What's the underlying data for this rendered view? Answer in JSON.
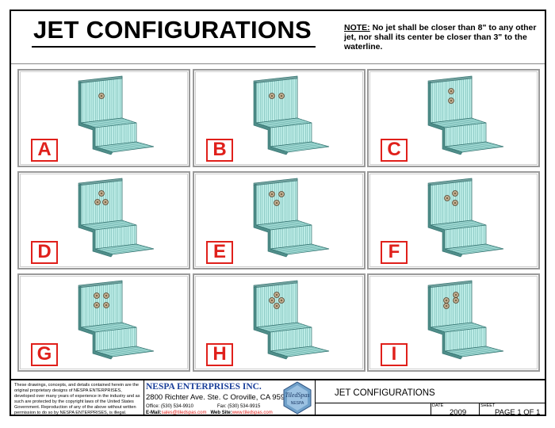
{
  "header": {
    "title": "JET CONFIGURATIONS",
    "note_label": "NOTE:",
    "note_text": " No jet shall be closer than 8\" to any other jet, nor shall its center be closer than 3\" to the waterline."
  },
  "panels": [
    {
      "letter": "A",
      "jets": 1
    },
    {
      "letter": "B",
      "jets": 2
    },
    {
      "letter": "C",
      "jets": 2
    },
    {
      "letter": "D",
      "jets": 3
    },
    {
      "letter": "E",
      "jets": 3
    },
    {
      "letter": "F",
      "jets": 3
    },
    {
      "letter": "G",
      "jets": 4
    },
    {
      "letter": "H",
      "jets": 4
    },
    {
      "letter": "I",
      "jets": 4
    }
  ],
  "title_block": {
    "copyright": "These drawings, concepts, and details contained herein are the original proprietary designs of NESPA ENTERPRISES, developed over many years of experience in the industry and as such are protected by the copyright laws of the United States Government. Reproduction of any of the above without written permission to do so by NESPA ENTERPRISES, is illegal.",
    "company": "NESPA ENTERPRISES INC.",
    "address": "2800 Richter Ave. Ste. C Oroville, CA 95966",
    "office": "Office: (530) 534-9910",
    "fax": "Fax: (530) 534-9915",
    "email_label": "E-Mail:",
    "email": "sales@tiledspas.com",
    "web_label": "Web Site:",
    "web": "www.tiledspas.com",
    "logo_text": "TiledSpas",
    "logo_sub": "NESPA",
    "drawing_title": "JET CONFIGURATIONS",
    "date_label": "DATE",
    "date": "2009",
    "sheet_label": "SHEET",
    "sheet": "PAGE 1 OF 1"
  },
  "colors": {
    "tile": "#bfeee8",
    "tile_line": "#5fa9a4",
    "edge": "#2f6f6c",
    "letter": "#e0201b",
    "company": "#1a3f9a"
  }
}
